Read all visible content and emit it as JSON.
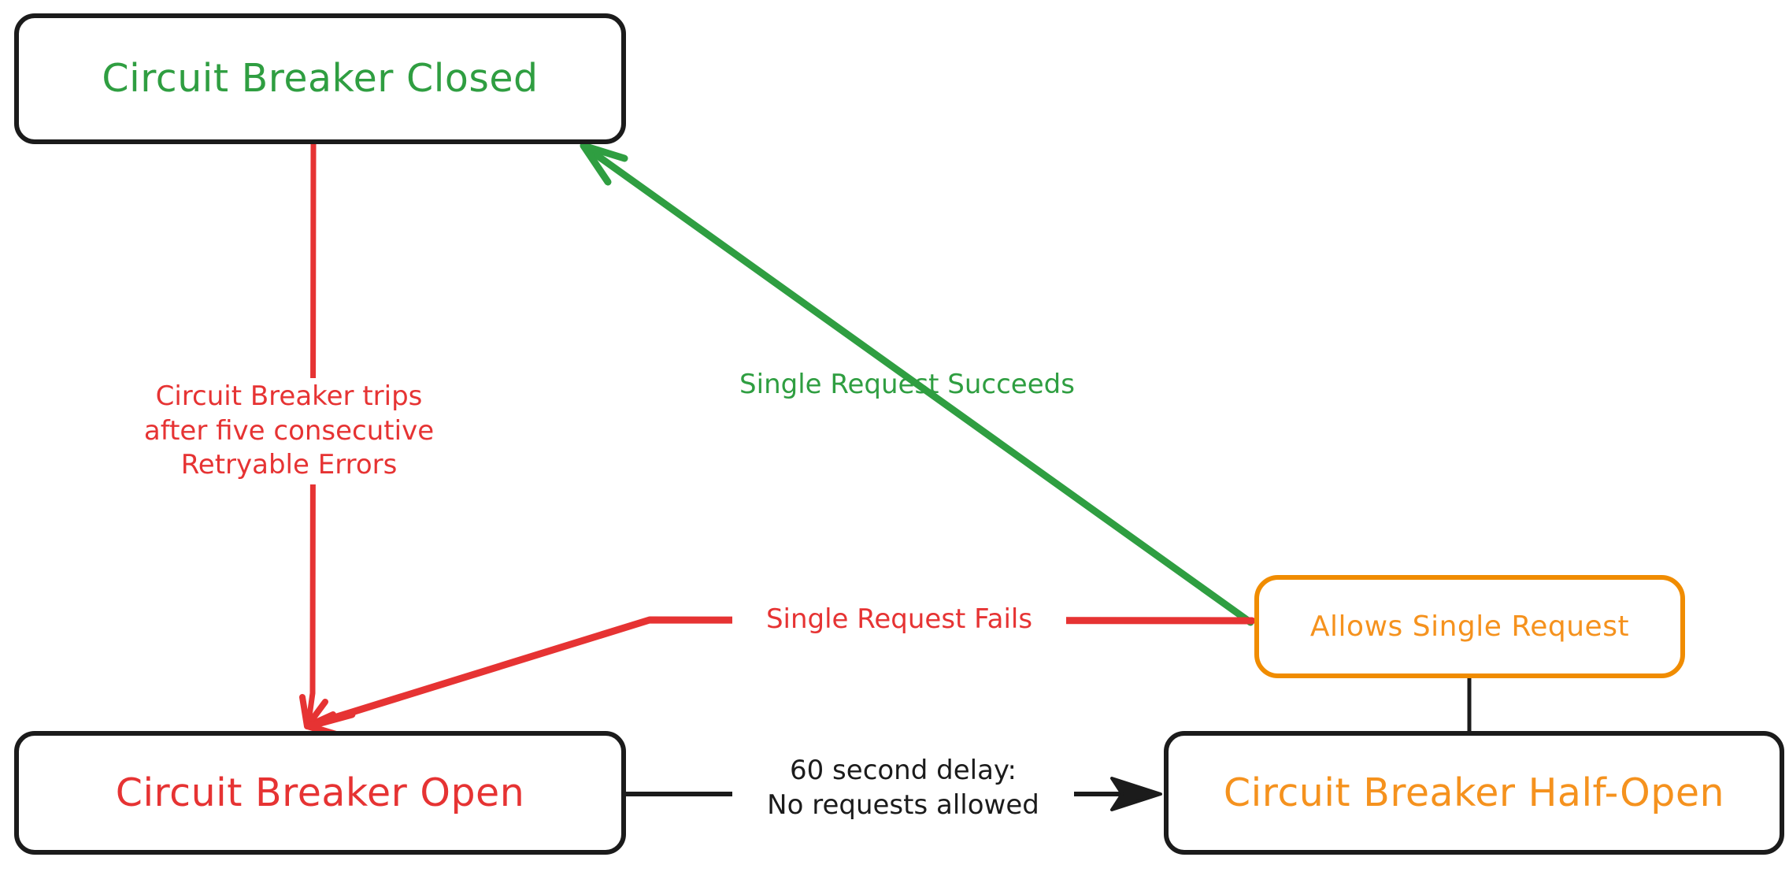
{
  "diagram": {
    "title": "Circuit Breaker State Diagram",
    "type": "state-diagram",
    "background": "#ffffff",
    "colors": {
      "closed": "#2f9e41",
      "open": "#e63333",
      "half_open": "#f5921e",
      "allows": "#f08c00",
      "border": "#1b1b1b",
      "neutral_text": "#1b1b1b"
    },
    "nodes": [
      {
        "id": "closed",
        "label": "Circuit Breaker Closed",
        "text_color": "#2f9e41",
        "border_color": "#1b1b1b"
      },
      {
        "id": "open",
        "label": "Circuit Breaker Open",
        "text_color": "#e63333",
        "border_color": "#1b1b1b"
      },
      {
        "id": "half_open",
        "label": "Circuit Breaker Half-Open",
        "text_color": "#f5921e",
        "border_color": "#1b1b1b"
      },
      {
        "id": "allows_single_request",
        "label": "Allows Single Request",
        "text_color": "#f5921e",
        "border_color": "#f08c00"
      }
    ],
    "edges": [
      {
        "id": "closed-to-open",
        "from": "closed",
        "to": "open",
        "label": "Circuit Breaker trips\nafter five consecutive\nRetryable Errors",
        "color": "#e63333",
        "arrow": true
      },
      {
        "id": "allows-to-closed",
        "from": "allows_single_request",
        "to": "closed",
        "label": "Single Request Succeeds",
        "color": "#2f9e41",
        "arrow": true
      },
      {
        "id": "allows-to-open",
        "from": "allows_single_request",
        "to": "open",
        "label": "Single Request Fails",
        "color": "#e63333",
        "arrow": true
      },
      {
        "id": "open-to-halfopen",
        "from": "open",
        "to": "half_open",
        "label": "60 second delay:\nNo requests allowed",
        "color": "#1b1b1b",
        "arrow": true
      },
      {
        "id": "halfopen-to-allows",
        "from": "half_open",
        "to": "allows_single_request",
        "label": "",
        "color": "#1b1b1b",
        "arrow": false
      }
    ]
  }
}
